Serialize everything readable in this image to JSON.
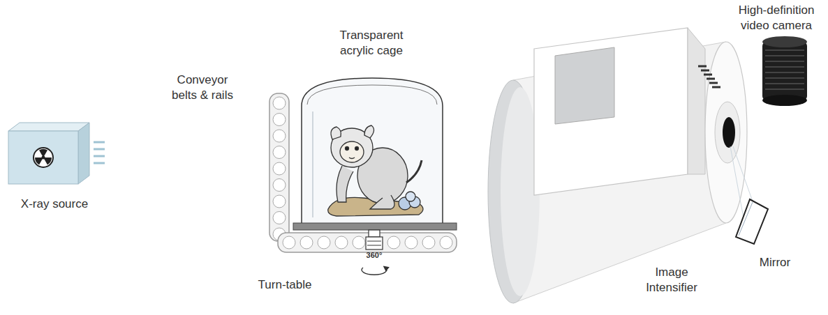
{
  "diagram": {
    "labels": [
      "Conveyor belts & rails",
      "Transparent acrylic cage",
      "High-definition video camera",
      "X-ray source",
      "360°",
      "Turn-table",
      "Mirror",
      "Image Intensifier"
    ]
  }
}
